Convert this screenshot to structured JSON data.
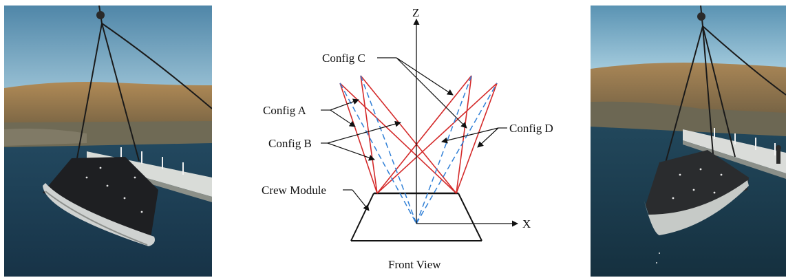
{
  "diagram": {
    "axis_z": "Z",
    "axis_x": "X",
    "labels": {
      "config_a": "Config A",
      "config_b": "Config B",
      "config_c": "Config C",
      "config_d": "Config D",
      "crew_module": "Crew Module"
    },
    "caption": "Front View"
  },
  "colors": {
    "config_red": "#d42a2a",
    "config_blue": "#2f7fd6",
    "ink": "#111111"
  }
}
